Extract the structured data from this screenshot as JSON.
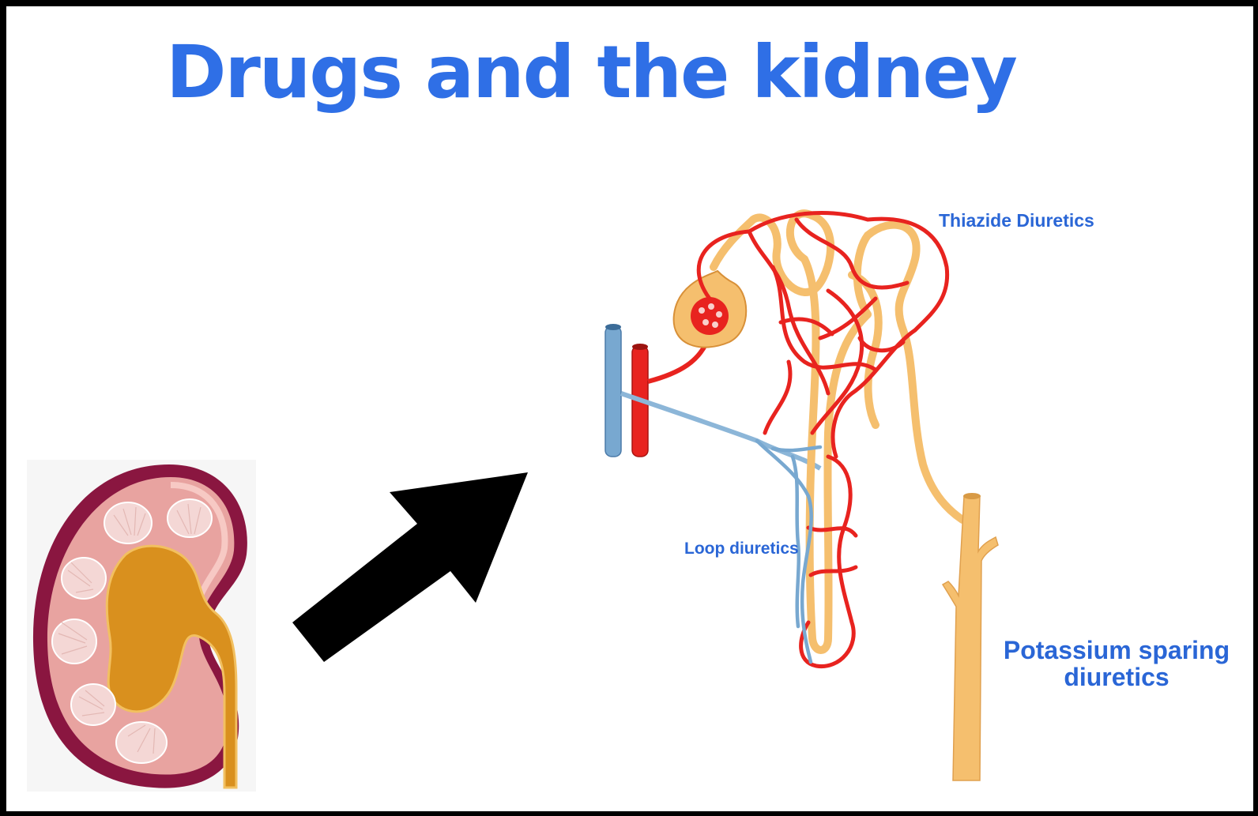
{
  "title": "Drugs and the kidney",
  "labels": {
    "thiazide": "Thiazide Diuretics",
    "loop": "Loop diuretics",
    "potassium_sparing": "Potassium sparing diuretics"
  },
  "colors": {
    "title": "#2f6fe6",
    "label": "#2a66d6",
    "artery": "#e8231f",
    "vein": "#78a8d0",
    "tubule": "#f5bf6e",
    "kidney_cortex": "#e8a3a0",
    "kidney_capsule": "#8a1640",
    "kidney_pelvis": "#d9901e",
    "arrow": "#000000"
  },
  "icons": {
    "kidney": "kidney-cross-section-icon",
    "arrow": "arrow-up-right-icon",
    "nephron": "nephron-diagram-icon"
  }
}
